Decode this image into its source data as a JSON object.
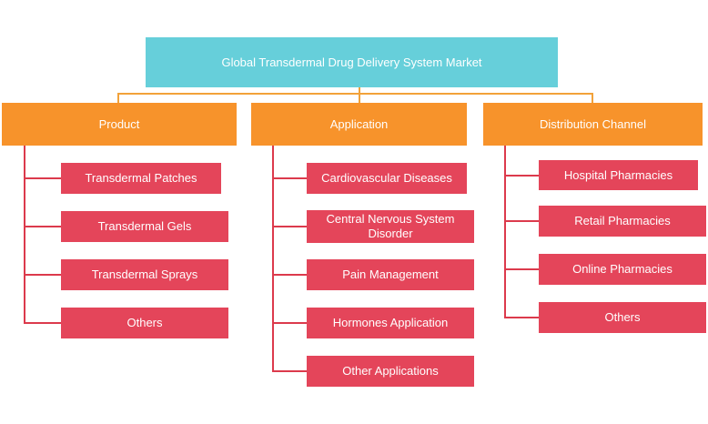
{
  "root": {
    "label": "Global Transdermal Drug Delivery System Market"
  },
  "colors": {
    "root": "#66cfda",
    "category": "#f7932b",
    "item": "#e4455a",
    "connector_top": "#f2a23a",
    "connector_item": "#dc3a4c"
  },
  "categories": [
    {
      "label": "Product",
      "items": [
        "Transdermal Patches",
        "Transdermal Gels",
        "Transdermal Sprays",
        "Others"
      ]
    },
    {
      "label": "Application",
      "items": [
        "Cardiovascular Diseases",
        "Central Nervous System Disorder",
        "Pain Management",
        "Hormones Application",
        "Other Applications"
      ]
    },
    {
      "label": "Distribution Channel",
      "items": [
        "Hospital Pharmacies",
        "Retail Pharmacies",
        "Online Pharmacies",
        "Others"
      ]
    }
  ]
}
